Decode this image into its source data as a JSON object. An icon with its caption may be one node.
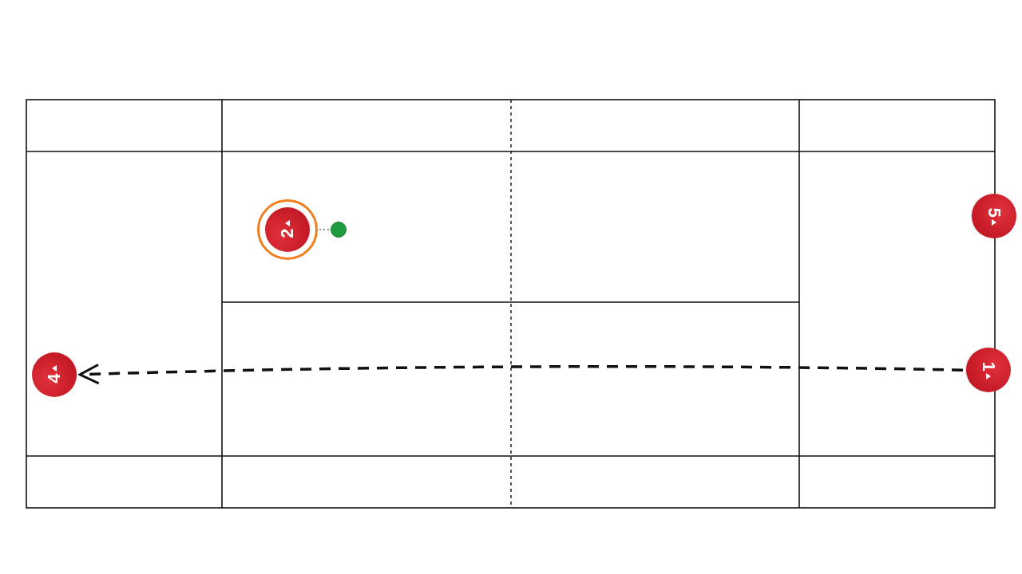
{
  "diagram": {
    "nodes": [
      {
        "text": [
          "2"
        ]
      },
      {
        "text": [],
        "shape": "circle"
      },
      {
        "text": [
          "5"
        ]
      },
      {
        "text": [
          "1"
        ]
      },
      {
        "text": [
          "4"
        ]
      }
    ],
    "edges": [
      {
        "from": 0,
        "to": 1,
        "arrow": "none",
        "style": "dashed"
      },
      {
        "from": 3,
        "to": 4,
        "arrow": "to",
        "style": "dashed",
        "color": "#111111"
      }
    ]
  }
}
